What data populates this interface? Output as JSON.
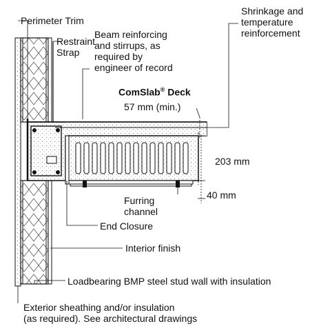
{
  "labels": {
    "perimeter_trim": "Perimeter Trim",
    "restraint_strap": "Restraint\nStrap",
    "beam_reinforcing": "Beam reinforcing\nand stirrups, as\nrequired by\nengineer of record",
    "shrinkage": "Shrinkage and\ntemperature\nreinforcement",
    "deck_name": "ComSlab",
    "deck_reg": "®",
    "deck_suffix": " Deck",
    "dim_57": "57 mm (min.)",
    "dim_203": "203 mm",
    "dim_40": "40 mm",
    "furring_channel": "Furring\nchannel",
    "end_closure": "End Closure",
    "interior_finish": "Interior finish",
    "loadbearing": "Loadbearing BMP steel stud wall with insulation",
    "exterior": "Exterior sheathing and/or insulation\n(as required). See architectural drawings"
  },
  "colors": {
    "line": "#111111",
    "concrete_stipple": "#888888",
    "background": "#ffffff"
  }
}
